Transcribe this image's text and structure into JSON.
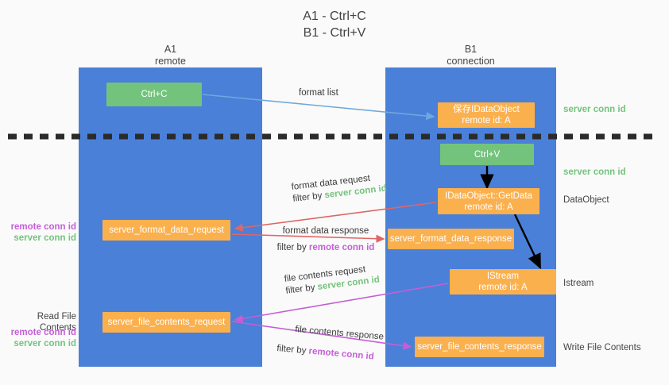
{
  "title": {
    "line1": "A1 - Ctrl+C",
    "line2": "B1 - Ctrl+V"
  },
  "lanes": [
    {
      "id": "a1",
      "name": "A1",
      "role": "remote",
      "color": "#4a80d8"
    },
    {
      "id": "b1",
      "name": "B1",
      "role": "connection",
      "color": "#4a80d8"
    }
  ],
  "colors": {
    "lane": "#4a80d8",
    "green_node": "#74c37d",
    "orange_node": "#fbb04e",
    "server_conn_id": "#74c37d",
    "remote_conn_id": "#c45fd6",
    "blue_arrow": "#6fa8dc",
    "red_arrow": "#e06666",
    "magenta_arrow": "#c45fd6",
    "black_arrow": "#000000",
    "background": "#fafafa"
  },
  "nodes": {
    "ctrl_c": {
      "label": "Ctrl+C",
      "style": "green"
    },
    "idataobject_save": {
      "line1": "保存IDataObject",
      "line2": "remote id: A",
      "style": "orange"
    },
    "ctrl_v": {
      "label": "Ctrl+V",
      "style": "green"
    },
    "getdata": {
      "line1": "IDataObject::GetData",
      "line2": "remote id: A",
      "style": "orange"
    },
    "format_data_request": {
      "label": "server_format_data_request",
      "style": "orange"
    },
    "format_data_response": {
      "label": "server_format_data_response",
      "style": "orange"
    },
    "istream": {
      "line1": "IStream",
      "line2": "remote id: A",
      "style": "orange"
    },
    "file_contents_request": {
      "label": "server_file_contents_request",
      "style": "orange"
    },
    "file_contents_response": {
      "label": "server_file_contents_response",
      "style": "orange"
    }
  },
  "flows": {
    "format_list": "format list",
    "format_data_request": "format data request",
    "format_data_request_filter_prefix": "filter by ",
    "format_data_request_filter_key": "server conn id",
    "format_data_response": "format data response",
    "format_data_response_filter_prefix": "filter by ",
    "format_data_response_filter_key": "remote conn id",
    "file_contents_request": "file contents request",
    "file_contents_request_filter_prefix": "filter by ",
    "file_contents_request_filter_key": "server conn id",
    "file_contents_response": "file contents response",
    "file_contents_response_filter_prefix": "filter by ",
    "file_contents_response_filter_key": "remote conn id"
  },
  "side_labels": {
    "right_server_conn_id_top": "server conn id",
    "right_server_conn_id_mid": "server conn id",
    "right_dataobject": "DataObject",
    "right_istream": "Istream",
    "right_write_file_contents": "Write File Contents",
    "left_remote_conn_id_top": "remote conn id",
    "left_server_conn_id_top": "server conn id",
    "left_read_file_contents": "Read File Contents",
    "left_remote_conn_id_bottom": "remote conn id",
    "left_server_conn_id_bottom": "server conn id"
  }
}
